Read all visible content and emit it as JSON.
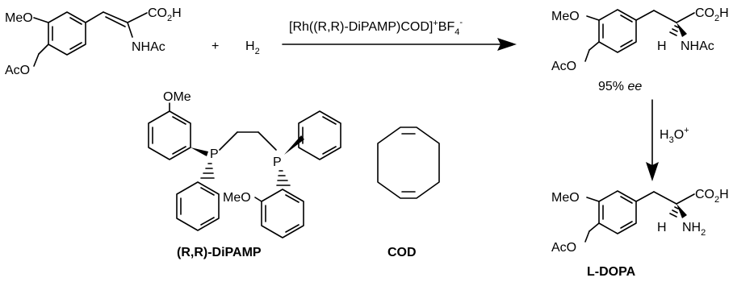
{
  "reactant": {
    "meo": "MeO",
    "aco": "AcO",
    "co2h": "CO",
    "co2h_sub": "2",
    "co2h_tail": "H",
    "nhac": "NHAc"
  },
  "plus": "+",
  "h2": {
    "main": "H",
    "sub": "2"
  },
  "catalyst": {
    "prefix": "[Rh((R,R)-DiPAMP)COD]",
    "sup_plus": "+",
    "bf": "BF",
    "sub4": "4",
    "sup_minus": "-"
  },
  "product": {
    "meo": "MeO",
    "aco": "AcO",
    "co2h": "CO",
    "co2h_sub": "2",
    "co2h_tail": "H",
    "h": "H",
    "nhac": "NHAc",
    "ee_value": "95% ",
    "ee_unit": "ee"
  },
  "hydrolysis": {
    "main": "H",
    "sub": "3",
    "tail": "O",
    "sup": "+"
  },
  "ldopa": {
    "meo": "MeO",
    "aco": "AcO",
    "co2h": "CO",
    "co2h_sub": "2",
    "co2h_tail": "H",
    "h": "H",
    "nh": "NH",
    "nh_sub": "2",
    "name": "L-DOPA"
  },
  "dipamp": {
    "ome": "OMe",
    "p1": "P",
    "p2": "P",
    "meo": "MeO",
    "name": "(R,R)-DiPAMP"
  },
  "cod": {
    "name": "COD"
  }
}
